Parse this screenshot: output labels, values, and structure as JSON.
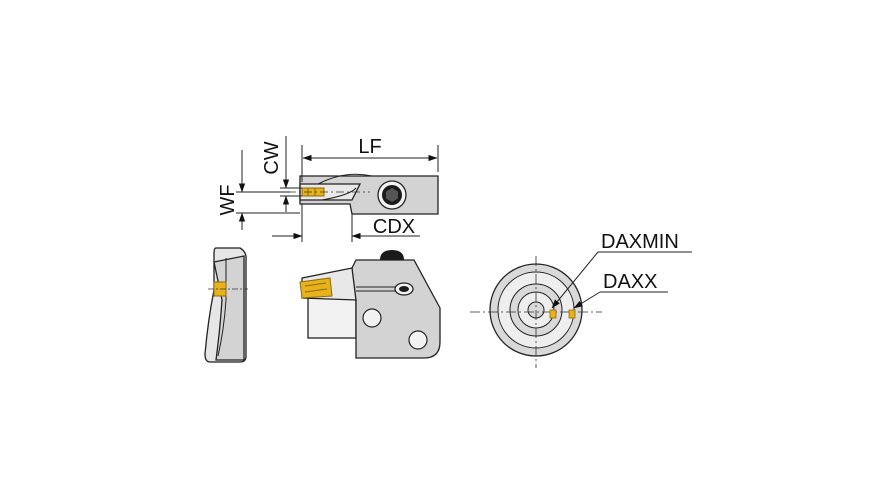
{
  "colors": {
    "body_gray": "#d3d3d3",
    "body_light": "#f2f2f2",
    "insert_yellow": "#e8b21a",
    "insert_dark": "#8a6a10",
    "line": "#222222",
    "background": "#ffffff"
  },
  "labels": {
    "lf": "LF",
    "cw": "CW",
    "wf": "WF",
    "cdx": "CDX",
    "daxmin": "DAXMIN",
    "daxx": "DAXX"
  }
}
